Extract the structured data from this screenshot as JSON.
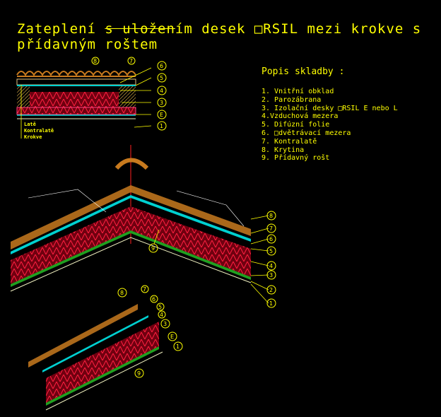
{
  "title": {
    "line1_pre": "Zateplení ",
    "line1_struck": "s uložen",
    "line1_post": "ím desek □RSIL mezi krokve s",
    "line2": "přídavným roštem"
  },
  "legend": {
    "heading": "Popis skladby :",
    "items": [
      "1. Vnitřní obklad",
      "2. Parozábrana",
      "3. Izolační desky □RSIL E nebo L",
      "4.Vzduchová mezera",
      "5. Difúzní folie",
      "6. □dvětrávací mezera",
      "7. Kontralatě",
      "8. Krytina",
      "9. Přídavný rošt"
    ]
  },
  "detail_labels": [
    "Latě",
    "Kontralatě",
    "Krokve"
  ],
  "callouts": {
    "top": [
      "8",
      "7",
      "6",
      "5",
      "4",
      "3",
      "E",
      "1"
    ],
    "main_right": [
      "8",
      "7",
      "6",
      "5",
      "4",
      "3",
      "2",
      "1"
    ],
    "main_inner": "9",
    "bottom": [
      "8",
      "7",
      "6",
      "5",
      "4",
      "3",
      "E",
      "1",
      "9"
    ]
  },
  "colors": {
    "text": "#ffff00",
    "insulation": "#e0002a",
    "tiles": "#c87a1e",
    "foil": "#00d0d0",
    "inner": "#20a020"
  }
}
